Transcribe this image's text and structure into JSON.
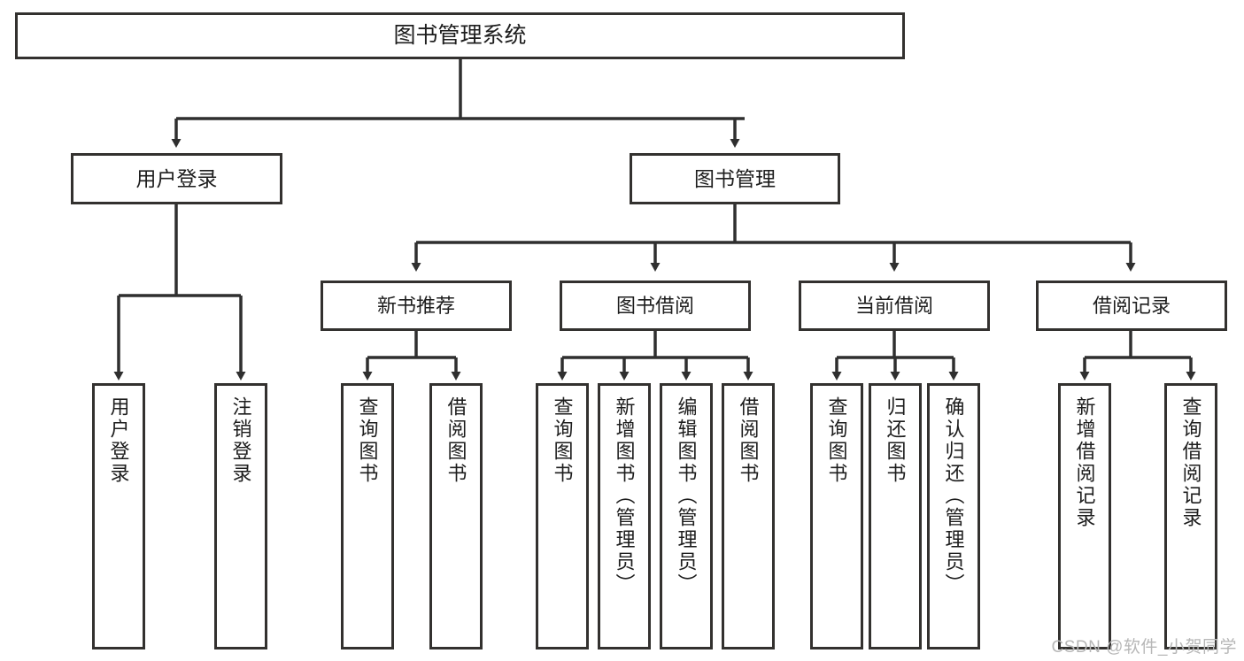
{
  "diagram": {
    "title": "图书管理系统",
    "type": "tree-hierarchy-diagram",
    "colors": {
      "box_border": "#33312f",
      "box_fill": "#ffffff",
      "connector": "#2f2f2f",
      "text": "#1d1d1d",
      "watermark": "#b7b7b7"
    },
    "root": {
      "label": "图书管理系统"
    },
    "level1": [
      {
        "label": "用户登录"
      },
      {
        "label": "图书管理"
      }
    ],
    "level2": [
      {
        "label": "新书推荐"
      },
      {
        "label": "图书借阅"
      },
      {
        "label": "当前借阅"
      },
      {
        "label": "借阅记录"
      }
    ],
    "leaves": [
      {
        "label": "用户登录",
        "parent": "用户登录"
      },
      {
        "label": "注销登录",
        "parent": "用户登录"
      },
      {
        "label": "查询图书",
        "parent": "新书推荐"
      },
      {
        "label": "借阅图书",
        "parent": "新书推荐"
      },
      {
        "label": "查询图书",
        "parent": "图书借阅"
      },
      {
        "label": "新增图书（管理员）",
        "parent": "图书借阅"
      },
      {
        "label": "编辑图书（管理员）",
        "parent": "图书借阅"
      },
      {
        "label": "借阅图书",
        "parent": "图书借阅"
      },
      {
        "label": "查询图书",
        "parent": "当前借阅"
      },
      {
        "label": "归还图书",
        "parent": "当前借阅"
      },
      {
        "label": "确认归还（管理员）",
        "parent": "当前借阅"
      },
      {
        "label": "新增借阅记录",
        "parent": "借阅记录"
      },
      {
        "label": "查询借阅记录",
        "parent": "借阅记录"
      }
    ],
    "watermark": "CSDN @软件_小贺同学"
  }
}
